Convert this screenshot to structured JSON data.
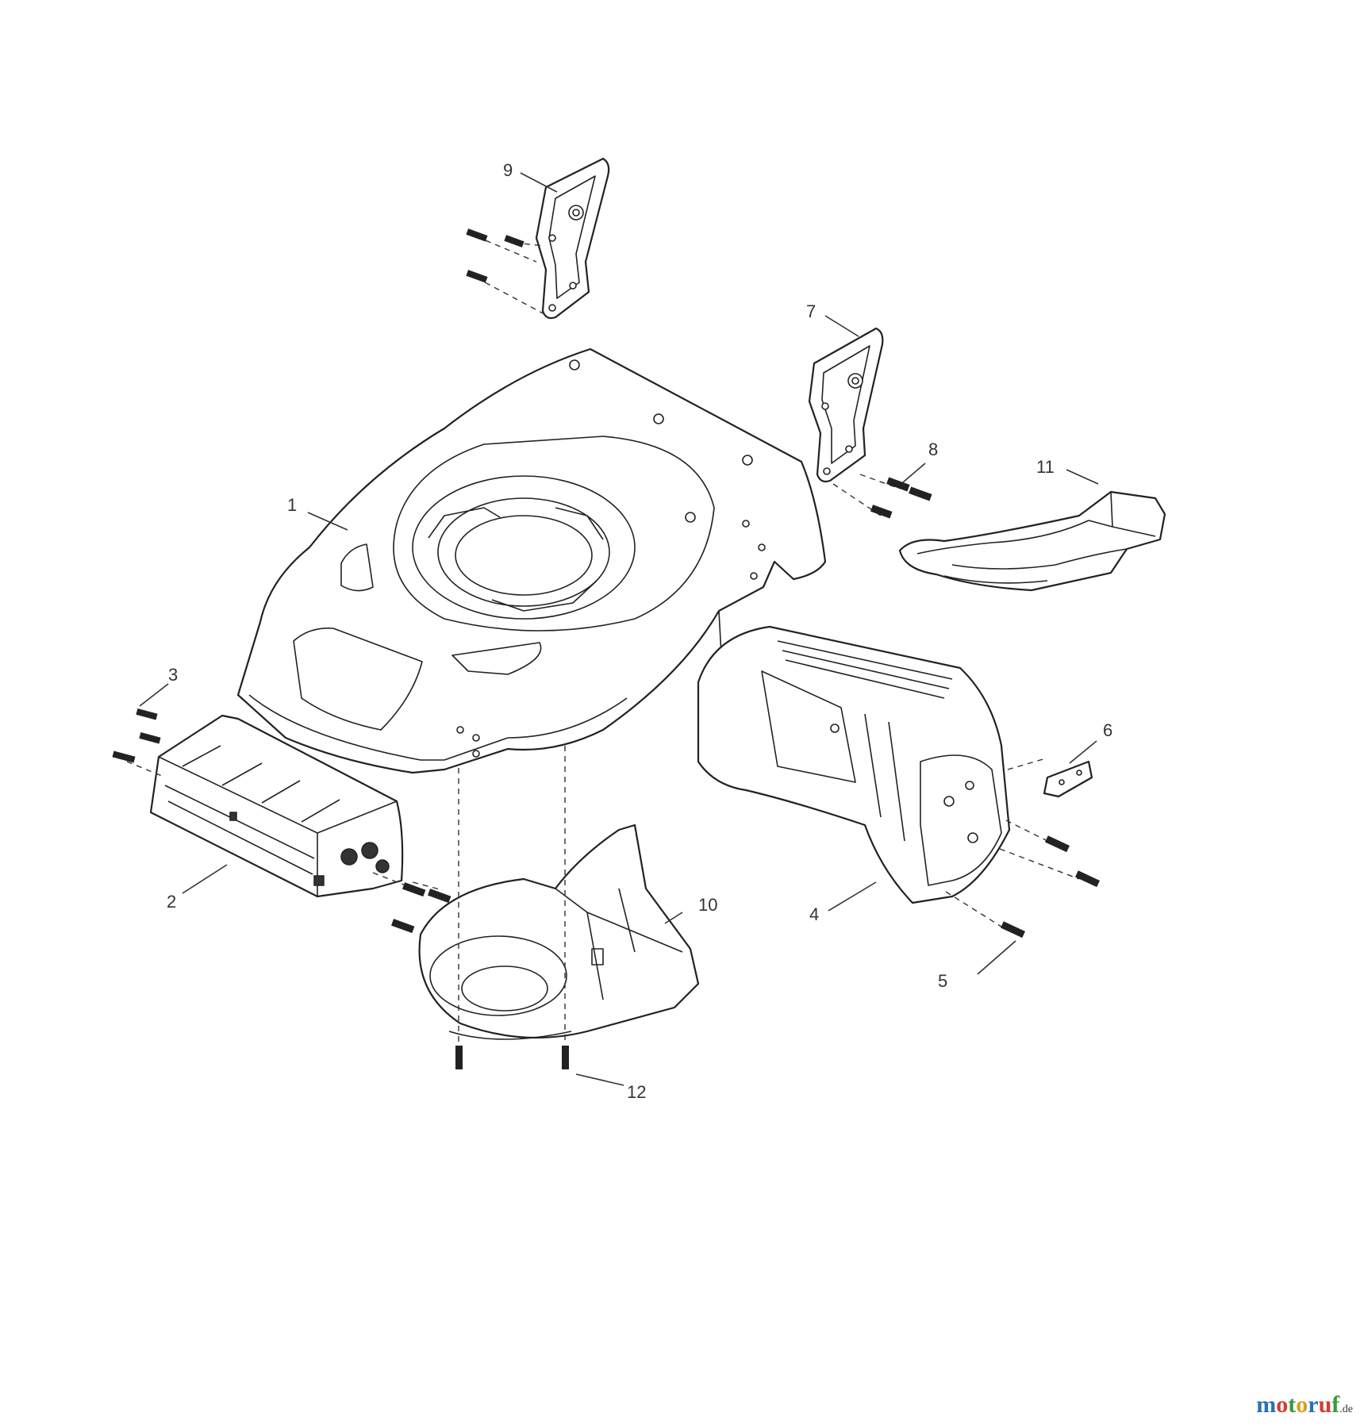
{
  "callouts": {
    "c1": "1",
    "c2": "2",
    "c3": "3",
    "c4": "4",
    "c5": "5",
    "c6": "6",
    "c7": "7",
    "c8": "8",
    "c9": "9",
    "c10": "10",
    "c11": "11",
    "c12": "12"
  },
  "watermark": {
    "text": "motoruf",
    "tld": ".de",
    "letter_colors": [
      "#2a6ebb",
      "#d63a2f",
      "#3a9a3a",
      "#d6a020",
      "#2a6ebb",
      "#d63a2f",
      "#3a9a3a"
    ]
  }
}
